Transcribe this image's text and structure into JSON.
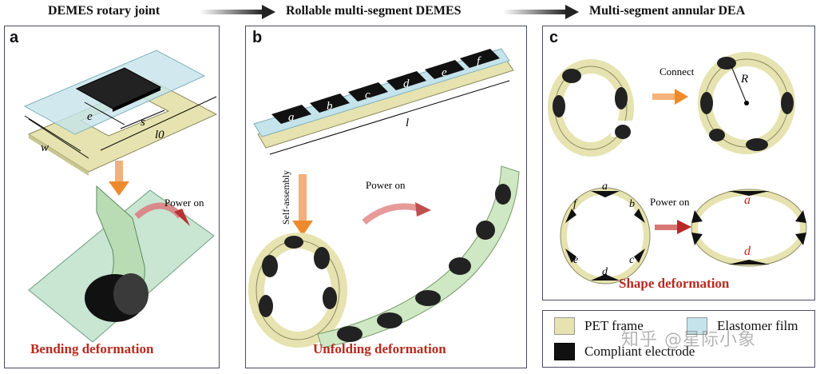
{
  "headers": {
    "a": "DEMES rotary joint",
    "b": "Rollable multi-segment DEMES",
    "c": "Multi-segment annular DEA"
  },
  "panel_a": {
    "label": "a",
    "dims": {
      "e": "e",
      "s": "s",
      "w": "w",
      "l0": "l0"
    },
    "power_on": "Power on",
    "caption": "Bending deformation"
  },
  "panel_b": {
    "label": "b",
    "segments": [
      "a",
      "b",
      "c",
      "d",
      "e",
      "f"
    ],
    "length_label": "l",
    "self_assembly": "Self-assembly",
    "power_on": "Power on",
    "caption": "Unfolding deformation"
  },
  "panel_c": {
    "label": "c",
    "connect": "Connect",
    "radius": "R",
    "power_on": "Power on",
    "ring_labels": [
      "a",
      "b",
      "c",
      "d",
      "e",
      "f"
    ],
    "deformed_labels": [
      "a",
      "d"
    ],
    "caption": "Shape deformation"
  },
  "legend": {
    "pet_frame": "PET frame",
    "elastomer_film": "Elastomer film",
    "compliant_electrode": "Compliant electrode"
  },
  "watermark": "知乎 @星际小象",
  "colors": {
    "pet": "#e6e3b0",
    "film": "#c5e3ea",
    "electrode": "#111111",
    "bent_film": "#b9dcb4",
    "caption_red": "#b82a1e",
    "arrow_orange": "#ef8a2c"
  }
}
